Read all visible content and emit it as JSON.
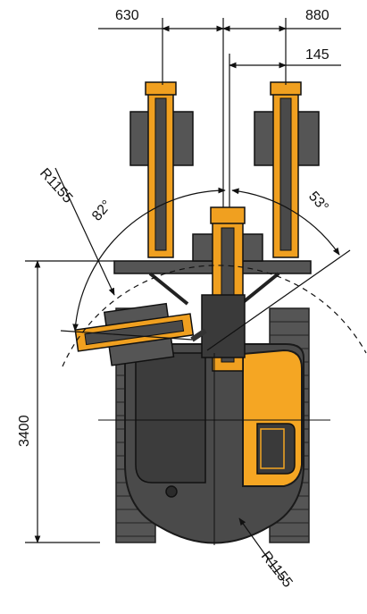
{
  "dimensions": {
    "offset_left": "630",
    "offset_right": "880",
    "offset_small": "145",
    "swing_left_angle": "82°",
    "swing_right_angle": "53°",
    "radius_top": "R1155",
    "radius_bottom": "R1155",
    "height": "3400"
  },
  "colors": {
    "machine_body": "#4a4a4a",
    "machine_dark": "#2b2b2b",
    "boom_orange": "#f0a020",
    "cab_orange": "#f5a623",
    "line": "#111111"
  }
}
